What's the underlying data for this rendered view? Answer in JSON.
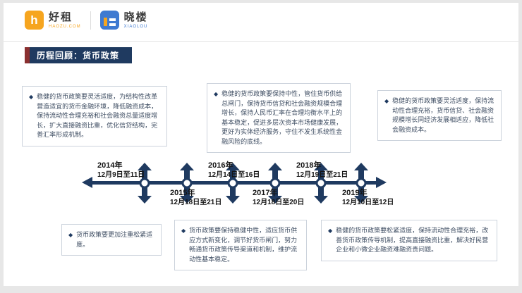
{
  "header": {
    "brand1": {
      "name": "好租",
      "tagline": "HAOZU.COM",
      "icon_letter": "h"
    },
    "brand2": {
      "name": "晓楼",
      "tagline": "XIAOLOU"
    }
  },
  "title_bar": {
    "title": "历程回顾：货币政策"
  },
  "icons": {
    "bullet": "◆",
    "haozu_icon": "orange-building-h",
    "xiaolou_icon": "blue-building-blocks",
    "timeline_node": "double-vertical-arrow-with-circle",
    "axis_ends": "horizontal-double-arrow"
  },
  "timeline": {
    "top_events": [
      {
        "year": "2014年",
        "dates": "12月9日至11日"
      },
      {
        "year": "2016年",
        "dates": "12月14日至16日"
      },
      {
        "year": "2018年",
        "dates": "12月19日至21日"
      }
    ],
    "bottom_events": [
      {
        "year": "2015年",
        "dates": "12月18日至21日"
      },
      {
        "year": "2017年",
        "dates": "12月18日至20日"
      },
      {
        "year": "2019年",
        "dates": "12月10日至12日"
      }
    ]
  },
  "notes": {
    "top": [
      "稳健的货币政策要灵活适度，为结构性改革营造适宜的货币金融环境，降低融资成本，保持流动性合理充裕和社会融资总量适度增长，扩大直接融资比重，优化信贷结构，完善汇率形成机制。",
      "稳健的货币政策要保持中性，管住货币供给总闸门，保持货币信贷和社会融资规模合理增长，保持人民币汇率在合理均衡水平上的基本稳定，促进多层次资本市场健康发展，更好为实体经济服务，守住不发生系统性金融风险的底线。",
      "稳健的货币政策要灵活适度，保持流动性合理充裕，货币信贷、社会融资规模增长同经济发展相适应，降低社会融资成本。"
    ],
    "bottom": [
      "货币政策要更加注重松紧适度。",
      "货币政策要保持稳健中性，适应货币供应方式新变化，调节好货币闸门，努力畅通货币政策传导渠道和机制，维护流动性基本稳定。",
      "稳健的货币政策要松紧适度，保持流动性合理充裕，改善货币政策传导机制，提高直接融资比重，解决好民营企业和小微企业融资难融资贵问题。"
    ]
  },
  "colors": {
    "navy": "#1f3a60",
    "accent_red": "#8a3030",
    "brand_orange": "#f6a51f",
    "brand_blue": "#3f7ad1",
    "box_border": "#ccd3dc",
    "box_text": "#3f4e63"
  }
}
